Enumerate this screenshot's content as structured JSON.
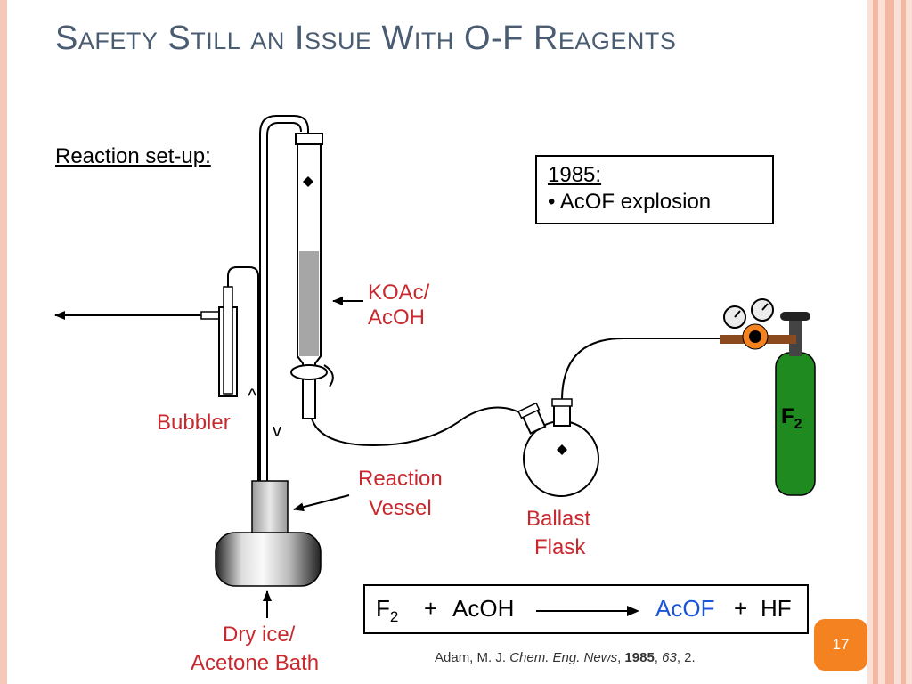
{
  "slide": {
    "title": "Safety Still an Issue With O-F Reagents",
    "setup_label": "Reaction set-up: ",
    "page_number": "17"
  },
  "note": {
    "year": "1985:",
    "item": "• AcOF explosion"
  },
  "diagram": {
    "labels": {
      "koac_1": "KOAc/",
      "koac_2": "AcOH",
      "bubbler": "Bubbler",
      "reaction_1": "Reaction",
      "reaction_2": "Vessel",
      "ballast_1": "Ballast",
      "ballast_2": "Flask",
      "bath_1": "Dry ice/",
      "bath_2": "Acetone Bath",
      "f2_symbol": "F",
      "f2_sub": "2",
      "flow_up": "^",
      "flow_down": "v"
    },
    "colors": {
      "label_red": "#c8282e",
      "cylinder_green": "#1f8a1f",
      "valve_orange": "#f58220",
      "product_blue": "#1a55d8"
    }
  },
  "equation": {
    "reactant_1": "F",
    "reactant_1_sub": "2",
    "plus_1": "+",
    "reactant_2": "AcOH",
    "product_1": "AcOF",
    "plus_2": "+",
    "product_2": "HF"
  },
  "citation": {
    "authors": "Adam, M. J. ",
    "journal": "Chem. Eng. News",
    "sep1": ", ",
    "year": "1985",
    "sep2": ", ",
    "volume": "63",
    "pages": ", 2."
  }
}
